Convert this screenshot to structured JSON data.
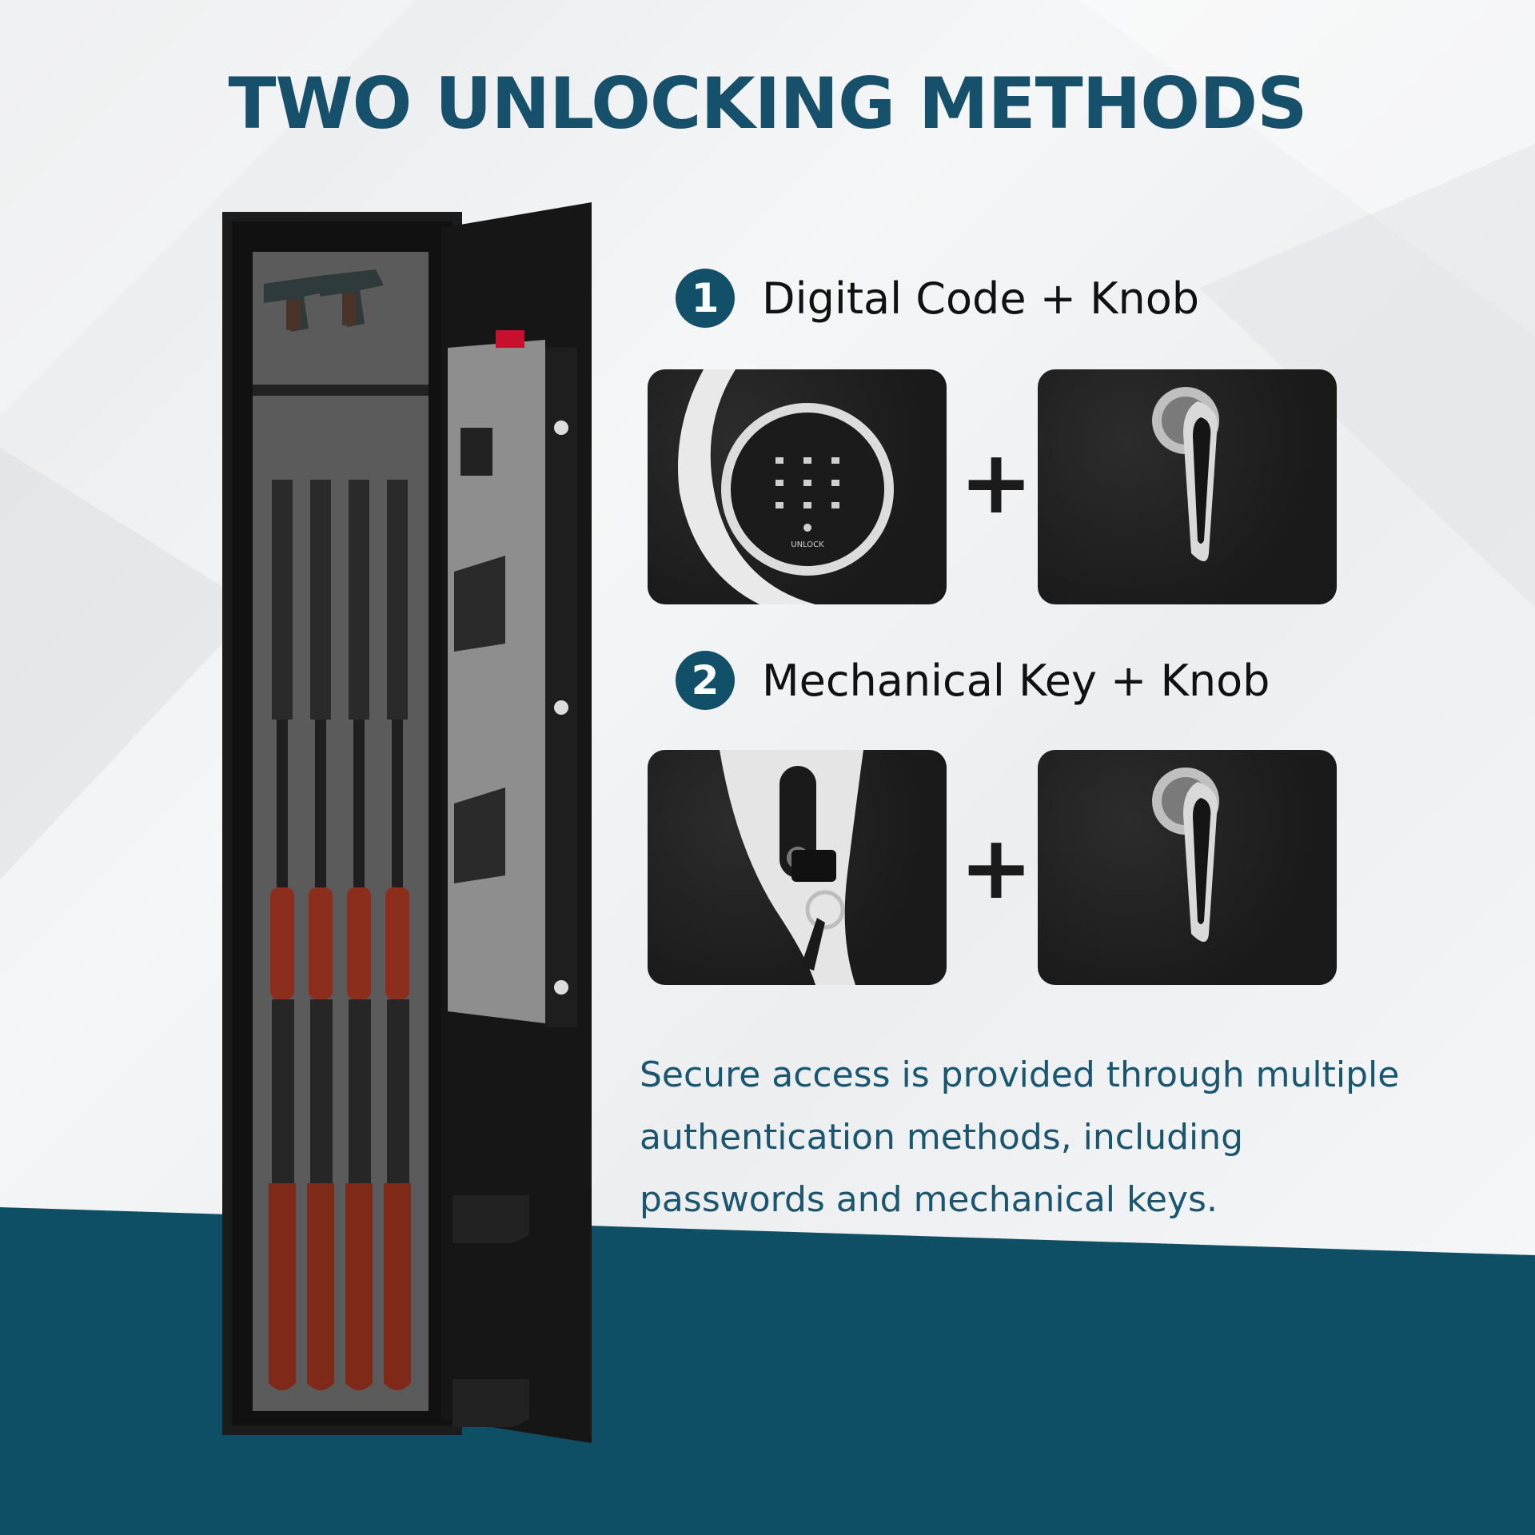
{
  "title": "TWO UNLOCKING METHODS",
  "methods": [
    {
      "number": "1",
      "label": "Digital Code + Knob",
      "tile_left_icon": "keypad-lock-icon",
      "tile_right_icon": "lever-knob-icon"
    },
    {
      "number": "2",
      "label": "Mechanical Key + Knob",
      "tile_left_icon": "key-lock-icon",
      "tile_right_icon": "lever-knob-icon"
    }
  ],
  "plus_sign": "+",
  "keypad_brand": "UNLOCK",
  "description_lines": [
    "Secure access is provided through multiple",
    "authentication methods, including",
    "passwords and mechanical keys."
  ],
  "colors": {
    "accent": "#124f68",
    "title": "#16506a",
    "text": "#1b5670",
    "band": "#0f4f65"
  }
}
